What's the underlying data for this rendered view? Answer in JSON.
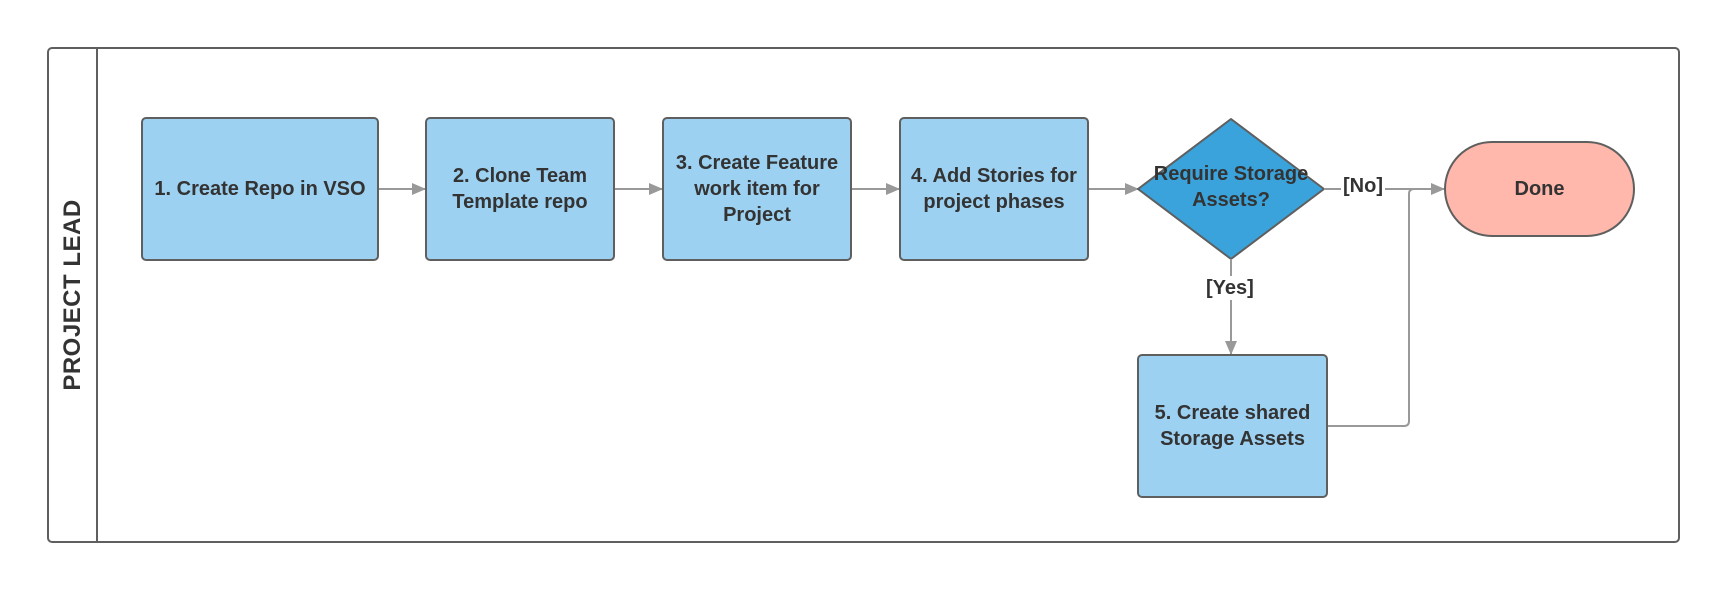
{
  "lane": {
    "label": "PROJECT LEAD"
  },
  "nodes": {
    "step1": "1. Create Repo in VSO",
    "step2": "2. Clone Team Template repo",
    "step3": "3. Create Feature work item for Project",
    "step4": "4. Add Stories for project phases",
    "decision": "Require Storage Assets?",
    "step5": "5. Create shared Storage Assets",
    "done": "Done"
  },
  "edges": {
    "no_label": "[No]",
    "yes_label": "[Yes]"
  },
  "colors": {
    "process_fill": "#9dd1f1",
    "decision_fill": "#3aa3dc",
    "terminal_fill": "#ffb8ab",
    "stroke": "#5f5f5f",
    "connector": "#999999"
  }
}
